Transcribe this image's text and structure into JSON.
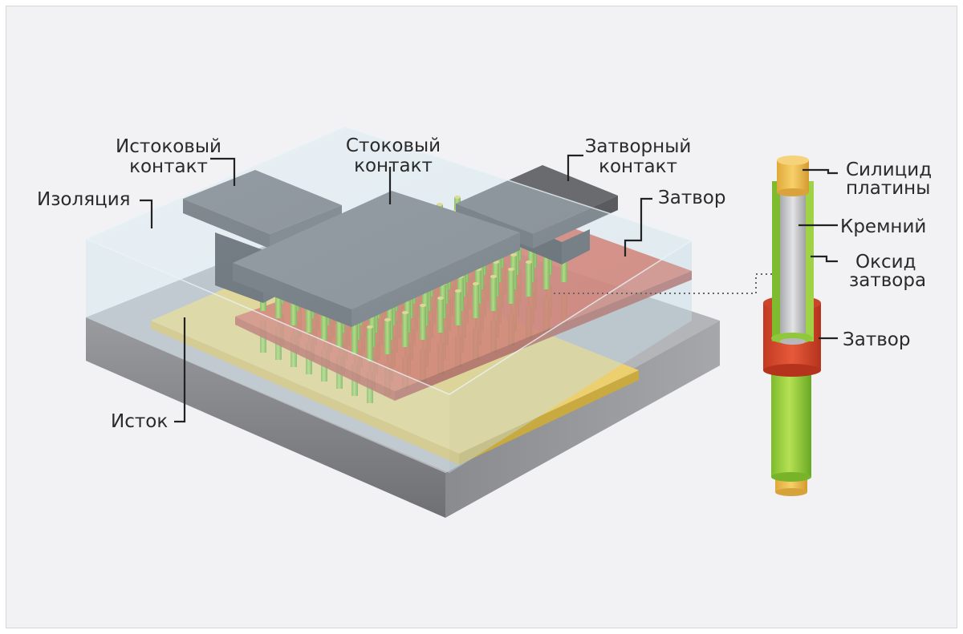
{
  "labels": {
    "source_contact": [
      "Истоковый",
      "контакт"
    ],
    "drain_contact": [
      "Стоковый",
      "контакт"
    ],
    "gate_contact": [
      "Затворный",
      "контакт"
    ],
    "insulation": "Изоляция",
    "gate": "Затвор",
    "source": "Исток",
    "platinum_silicide": [
      "Силицид",
      "платины"
    ],
    "silicon": "Кремний",
    "gate_oxide": [
      "Оксид",
      "затвора"
    ],
    "nanowire_gate": "Затвор"
  },
  "colors": {
    "background": "#f2f2f4",
    "substrate": "#8e8f93",
    "insulation": "#cfe4ee",
    "source_layer": "#efd26a",
    "gate_layer": "#d8553f",
    "contact": "#5f6064",
    "nanowire": "#8fc83a",
    "silicide": "#f0c14a",
    "silicon": "#c9c9cb"
  }
}
